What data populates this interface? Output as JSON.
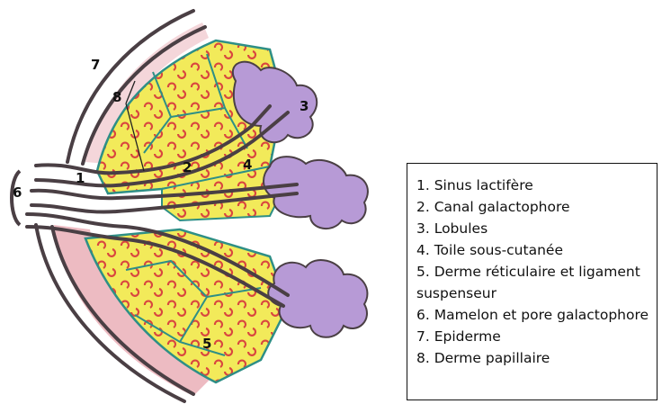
{
  "diagram": {
    "callouts": [
      "1",
      "2",
      "3",
      "4",
      "5",
      "6",
      "7",
      "8"
    ],
    "colors": {
      "fat": "#f2ea5a",
      "alveoli": "#d9463f",
      "septa": "#2e8f86",
      "lobule_purple": "#b79ad6",
      "skin_pink": "#e7a4ad",
      "duct_line": "#4a3f44"
    }
  },
  "legend": {
    "lines": [
      "1. Sinus lactifère",
      "2. Canal galactophore",
      "3. Lobules",
      "4. Toile sous-cutanée",
      "5. Derme réticulaire et ligament",
      "suspenseur",
      "6. Mamelon et pore galactophore",
      "7. Epiderme",
      "8. Derme papillaire"
    ]
  }
}
